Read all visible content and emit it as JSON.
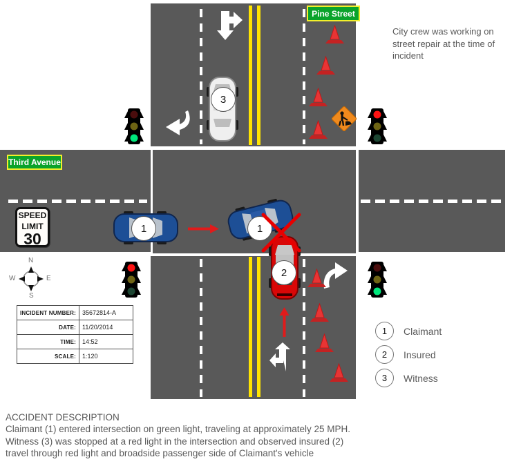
{
  "signs": {
    "pine_street": "Pine Street",
    "third_avenue": "Third Avenue",
    "speed_limit_word1": "SPEED",
    "speed_limit_word2": "LIMIT",
    "speed_limit_value": "30"
  },
  "annotations": {
    "city_crew_note": "City crew was working on street repair at the time of incident"
  },
  "compass": {
    "n": "N",
    "e": "E",
    "s": "S",
    "w": "W"
  },
  "incident_table": {
    "rows": [
      {
        "label": "INCIDENT NUMBER:",
        "value": "35672814-A"
      },
      {
        "label": "DATE:",
        "value": "11/20/2014"
      },
      {
        "label": "TIME:",
        "value": "14:52"
      },
      {
        "label": "SCALE:",
        "value": "1:120"
      }
    ]
  },
  "vehicles": {
    "claimant_number": "1",
    "insured_number": "2",
    "witness_number": "3"
  },
  "legend": {
    "items": [
      {
        "number": "1",
        "label": "Claimant"
      },
      {
        "number": "2",
        "label": "Insured"
      },
      {
        "number": "3",
        "label": "Witness"
      }
    ]
  },
  "traffic_lights": {
    "northwest": "green",
    "northeast": "red",
    "southwest": "red",
    "southeast": "green"
  },
  "description": {
    "title": "ACCIDENT DESCRIPTION",
    "lines": [
      "Claimant (1) entered intersection on green light, traveling at approximately 25 MPH.",
      "Witness (3) was stopped at a red light in the intersection and observed insured (2)",
      "travel through red light and broadside passenger side of Claimant's vehicle"
    ]
  },
  "colors": {
    "road": "#595959",
    "lane_yellow": "#ffe400",
    "sign_green": "#0aa32b",
    "sign_border_yellow": "#f3ef2b",
    "cone_red": "#e83434",
    "construction_orange": "#f08a1d",
    "claimant_car_blue": "#1d4f96",
    "insured_car_red": "#d90707",
    "witness_car_white": "#efefef",
    "collision_x_red": "#e80000",
    "lit_red": "#ff1313",
    "lit_green": "#00e87c"
  }
}
